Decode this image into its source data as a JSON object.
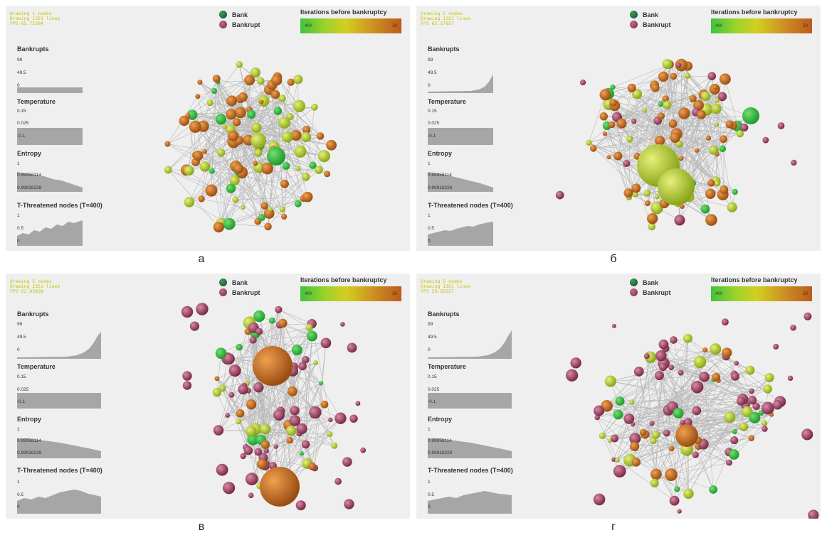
{
  "captions": [
    "а",
    "б",
    "в",
    "г"
  ],
  "legend": {
    "bank": "Bank",
    "bankrupt": "Bankrupt",
    "gradient_title": "Iterations before bankruptcy",
    "gradient_min": "400",
    "gradient_max": "50"
  },
  "colors": {
    "bank": "#2a7a3e",
    "bankrupt": "#9a4060",
    "gradient_start": "#3fc23f",
    "gradient_end": "#bb5a1c",
    "panel_background": "#efefef",
    "sparkline": "#a6a6a6"
  },
  "panels": [
    {
      "debug": [
        "Drawing 1 nodes",
        "Drawing 1351 lines",
        "FPS 65.72384"
      ],
      "stats": {
        "bankrupts": {
          "title": "Bankrupts",
          "values": [
            "99",
            "49.5",
            "0"
          ]
        },
        "temperature": {
          "title": "Temperature",
          "values": [
            "0.15",
            "0.025",
            "-0.1"
          ]
        },
        "entropy": {
          "title": "Entropy",
          "values": [
            "1",
            "0.99958114",
            "0.99916228"
          ]
        },
        "threatened": {
          "title": "T-Threatened nodes (T=400)",
          "values": [
            "1",
            "0.5",
            "0"
          ]
        }
      }
    },
    {
      "debug": [
        "Drawing 5 nodes",
        "Drawing 1351 lines",
        "FPS 65.17657"
      ],
      "stats": {
        "bankrupts": {
          "title": "Bankrupts",
          "values": [
            "99",
            "49.5",
            "0"
          ]
        },
        "temperature": {
          "title": "Temperature",
          "values": [
            "0.15",
            "0.025",
            "-0.1"
          ]
        },
        "entropy": {
          "title": "Entropy",
          "values": [
            "1",
            "0.99958114",
            "0.99916228"
          ]
        },
        "threatened": {
          "title": "T-Threatened nodes (T=400)",
          "values": [
            "1",
            "0.5",
            "0"
          ]
        }
      }
    },
    {
      "debug": [
        "Drawing 5 nodes",
        "Drawing 1351 lines",
        "FPS 62.93838"
      ],
      "stats": {
        "bankrupts": {
          "title": "Bankrupts",
          "values": [
            "99",
            "49.5",
            "0"
          ]
        },
        "temperature": {
          "title": "Temperature",
          "values": [
            "0.15",
            "0.025",
            "-0.1"
          ]
        },
        "entropy": {
          "title": "Entropy",
          "values": [
            "1",
            "0.99958114",
            "0.99916228"
          ]
        },
        "threatened": {
          "title": "T-Threatened nodes (T=400)",
          "values": [
            "1",
            "0.5",
            "0"
          ]
        }
      }
    },
    {
      "debug": [
        "Drawing 5 nodes",
        "Drawing 1351 lines",
        "FPS 59.65557"
      ],
      "stats": {
        "bankrupts": {
          "title": "Bankrupts",
          "values": [
            "99",
            "49.5",
            "0"
          ]
        },
        "temperature": {
          "title": "Temperature",
          "values": [
            "0.15",
            "0.025",
            "-0.1"
          ]
        },
        "entropy": {
          "title": "Entropy",
          "values": [
            "1",
            "0.99958114",
            "0.99916228"
          ]
        },
        "threatened": {
          "title": "T-Threatened nodes (T=400)",
          "values": [
            "1",
            "0.5",
            "0"
          ]
        }
      }
    }
  ]
}
